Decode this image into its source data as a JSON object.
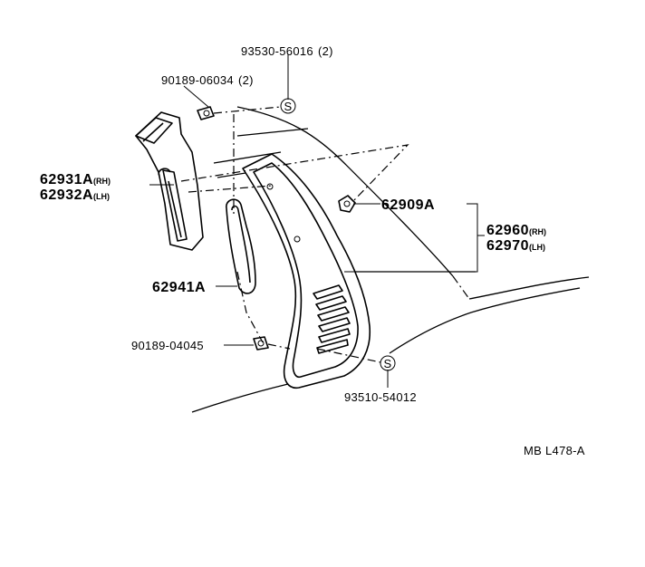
{
  "callouts": {
    "clip_top": {
      "part": "93530-56016",
      "qty": "(2)",
      "marker": "S"
    },
    "screw_top": {
      "part": "90189-06034",
      "qty": "(2)"
    },
    "duct": {
      "rh_part": "62931A",
      "rh_side": "(RH)",
      "lh_part": "62932A",
      "lh_side": "(LH)"
    },
    "clip_right": {
      "part": "62909A"
    },
    "garnish": {
      "rh_part": "62960",
      "rh_side": "(RH)",
      "lh_part": "62970",
      "lh_side": "(LH)"
    },
    "gasket": {
      "part": "62941A"
    },
    "screw_bottom": {
      "part": "90189-04045"
    },
    "clip_bottom": {
      "part": "93510-54012",
      "marker": "S"
    }
  },
  "drawing_code": "MB L478-A"
}
